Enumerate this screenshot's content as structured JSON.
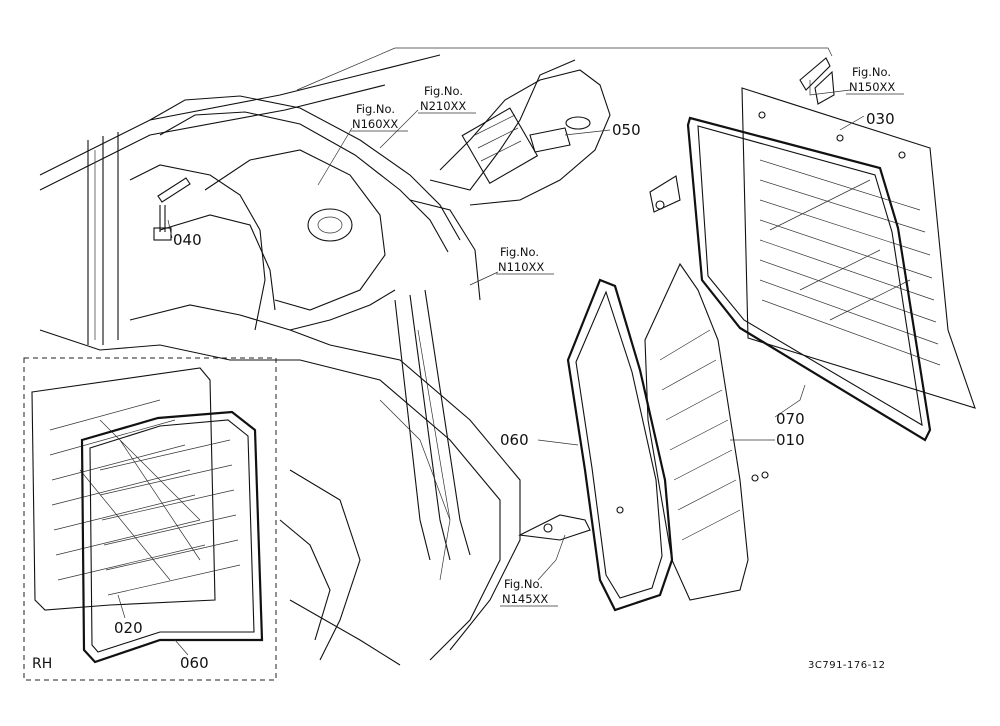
{
  "parts": {
    "p010": "010",
    "p020": "020",
    "p030": "030",
    "p040": "040",
    "p050": "050",
    "p060_main": "060",
    "p060_inset": "060",
    "p070": "070"
  },
  "figrefs": {
    "n160": {
      "line1": "Fig.No.",
      "line2": "N160XX"
    },
    "n210": {
      "line1": "Fig.No.",
      "line2": "N210XX"
    },
    "n150": {
      "line1": "Fig.No.",
      "line2": "N150XX"
    },
    "n110": {
      "line1": "Fig.No.",
      "line2": "N110XX"
    },
    "n145": {
      "line1": "Fig.No.",
      "line2": "N145XX"
    }
  },
  "inset_label": "RH",
  "drawing_code": "3C791-176-12"
}
